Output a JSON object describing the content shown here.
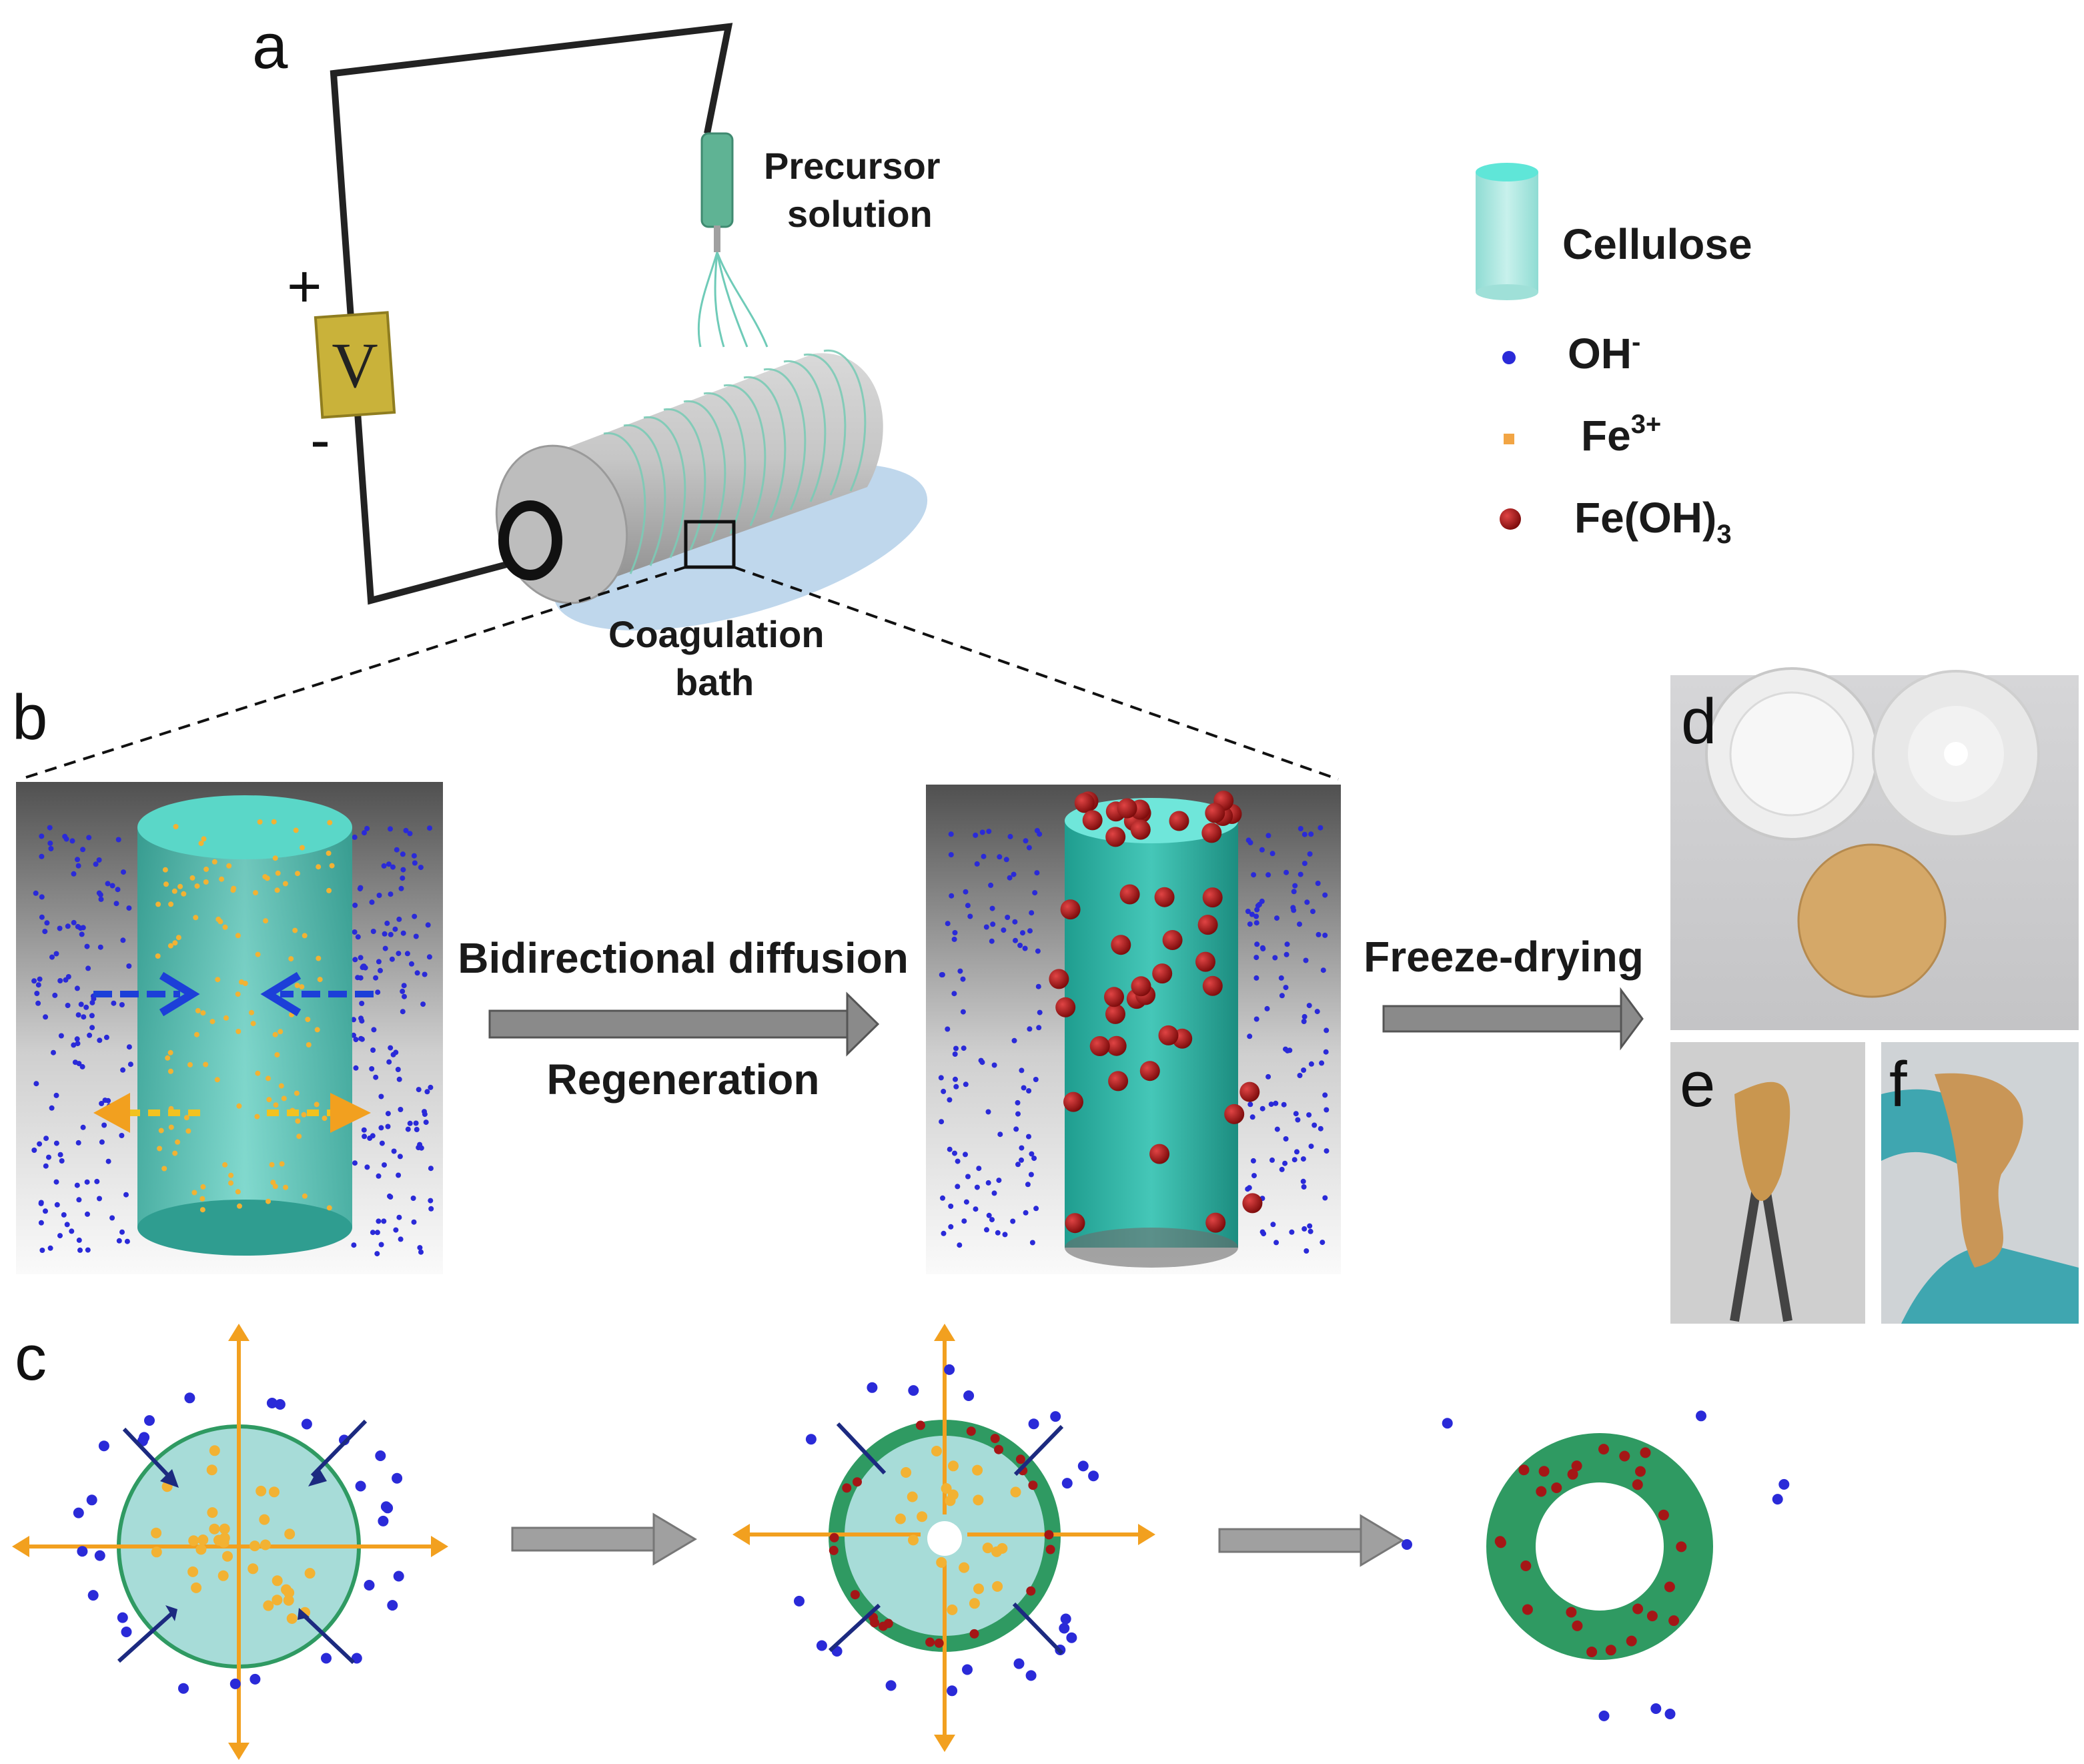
{
  "panels": {
    "a": "a",
    "b": "b",
    "c": "c",
    "d": "d",
    "e": "e",
    "f": "f"
  },
  "circuit": {
    "plus": "+",
    "minus": "-",
    "voltmeter": "V"
  },
  "labels": {
    "precursor_line1": "Precursor",
    "precursor_line2": "solution",
    "coagulation_line1": "Coagulation",
    "coagulation_line2": "bath",
    "bidirectional": "Bidirectional diffusion",
    "regeneration": "Regeneration",
    "freeze_drying": "Freeze-drying"
  },
  "legend": {
    "cellulose": "Cellulose",
    "oh_base": "OH",
    "oh_sup": "-",
    "fe_base": "Fe",
    "fe_sup": "3+",
    "feoh_base": "Fe(OH)",
    "feoh_sub": "3"
  },
  "colors": {
    "cellulose": "#3fc1b4",
    "oh": "#2a2ad8",
    "fe3": "#f2b233",
    "feoh3": "#a51616",
    "green_ring": "#2f9a62",
    "orange_arrow": "#f2a01f",
    "navy_arrow": "#1c2a80",
    "gray_arrow": "#8a8a8a"
  }
}
